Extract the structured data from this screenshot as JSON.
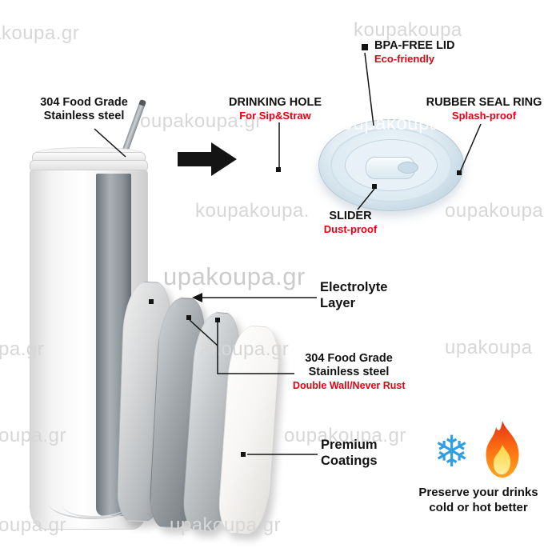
{
  "callouts": {
    "material_top": {
      "line1": "304 Food Grade",
      "line2": "Stainless steel"
    },
    "bpa_free_lid": {
      "title": "BPA-FREE LID",
      "subtitle": "Eco-friendly"
    },
    "drinking_hole": {
      "title": "DRINKING HOLE",
      "subtitle": "For Sip&Straw"
    },
    "rubber_seal_ring": {
      "title": "RUBBER SEAL RING",
      "subtitle": "Splash-proof"
    },
    "slider": {
      "title": "SLIDER",
      "subtitle": "Dust-proof"
    },
    "electrolyte_layer": {
      "line1": "Electrolyte",
      "line2": "Layer"
    },
    "material_mid": {
      "line1": "304 Food Grade",
      "line2": "Stainless steel",
      "subtitle": "Double Wall/Never Rust"
    },
    "premium_coatings": {
      "line1": "Premium",
      "line2": "Coatings"
    }
  },
  "footer": {
    "preserve_line1": "Preserve your drinks",
    "preserve_line2": "cold or hot better"
  },
  "icons": {
    "snowflake_glyph": "❄",
    "snowflake_name": "snowflake-icon",
    "flame_name": "flame-icon",
    "arrow_name": "arrow-right-icon"
  },
  "colors": {
    "accent_red": "#e60012",
    "snowflake_blue": "#2f9fe5",
    "flame_orange": "#fb6a12",
    "watermark_gray": "#d7d7d7"
  },
  "watermarks": [
    "akoupa.gr",
    "koupakoupa",
    "oupakoupa.gr",
    "koupakoupa",
    "koupakoupa.",
    "oupakoupa",
    "upakoupa.gr",
    "pa.gr",
    "akoupa.gr",
    "upakoupa",
    "oupa.gr",
    "oupakoupa.gr",
    "oupa.gr",
    "upakoupa.gr"
  ]
}
